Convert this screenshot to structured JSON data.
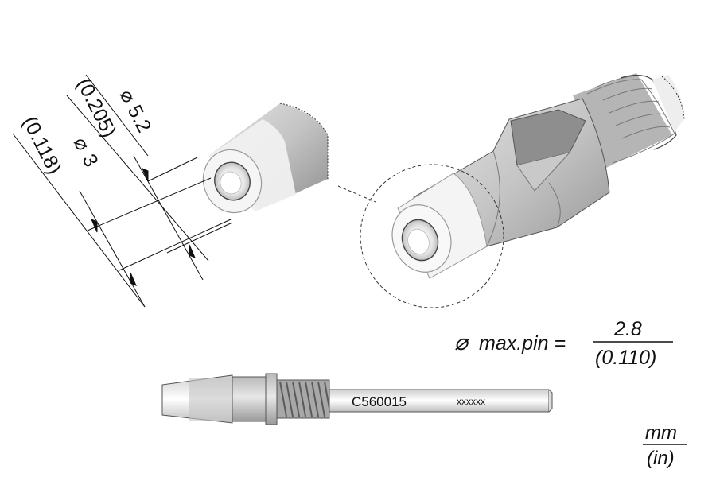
{
  "dimensions": {
    "outer_diameter_mm": "5.2",
    "outer_diameter_in": "(0.205)",
    "inner_diameter_mm": "3",
    "inner_diameter_in": "(0.118)"
  },
  "max_pin": {
    "label": "max.pin =",
    "mm": "2.8",
    "in": "(0.110)"
  },
  "part": {
    "number": "C560015",
    "serial": "xxxxxx"
  },
  "units": {
    "mm": "mm",
    "in": "(in)"
  },
  "colors": {
    "tip_light": "#f2f2f2",
    "tip_mid": "#c8c8c8",
    "tip_dark": "#9c9c9c",
    "line": "#111111"
  }
}
